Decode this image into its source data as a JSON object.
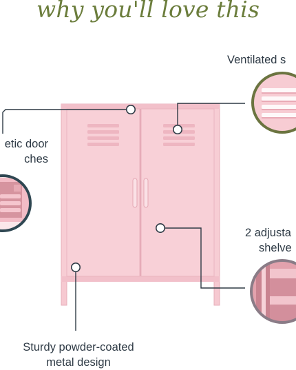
{
  "headline": "why you'll love this",
  "callouts": {
    "ventilated": {
      "text": "Ventilated s"
    },
    "magnetic": {
      "line1": "etic door",
      "line2": "ches"
    },
    "shelves": {
      "line1": "2 adjusta",
      "line2": "shelve"
    },
    "sturdy": {
      "line1": "Sturdy powder-coated",
      "line2": "metal design"
    }
  },
  "colors": {
    "headline": "#6b7d3c",
    "cabinet_pink": "#f6c9d1",
    "cabinet_edge": "#e7aeb9",
    "callout_line": "#2e3a45",
    "green_ring": "#6b7440",
    "teal_ring": "#2f4752",
    "gray_ring": "#8a7c87"
  }
}
